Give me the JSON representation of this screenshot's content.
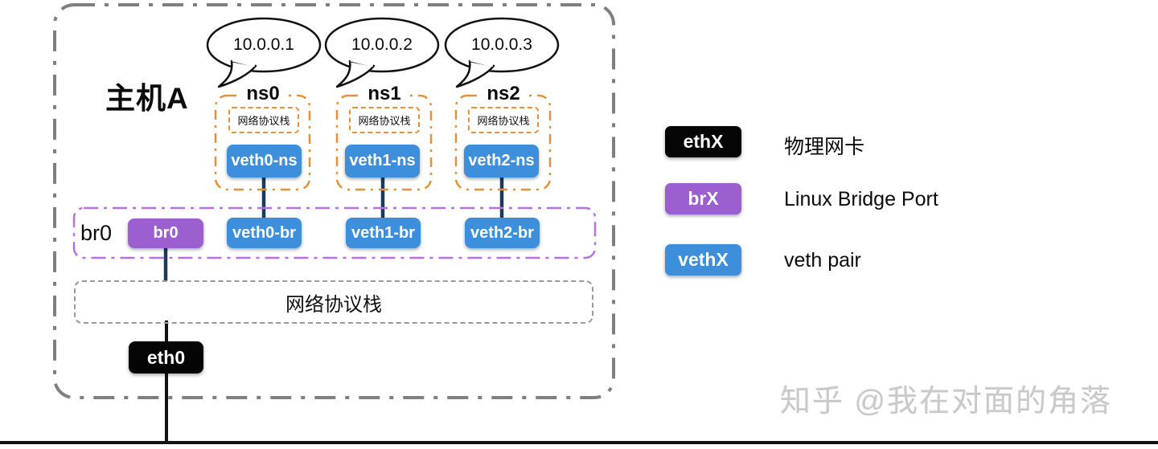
{
  "host": {
    "title": "主机A",
    "namespaces": [
      {
        "name": "ns0",
        "ip": "10.0.0.1",
        "stack_label": "网络协议栈",
        "veth_ns": "veth0-ns"
      },
      {
        "name": "ns1",
        "ip": "10.0.0.2",
        "stack_label": "网络协议栈",
        "veth_ns": "veth1-ns"
      },
      {
        "name": "ns2",
        "ip": "10.0.0.3",
        "stack_label": "网络协议栈",
        "veth_ns": "veth2-ns"
      }
    ],
    "bridge": {
      "container_label": "br0",
      "port": "br0",
      "veths": [
        "veth0-br",
        "veth1-br",
        "veth2-br"
      ]
    },
    "protocol_stack": "网络协议栈",
    "nic": "eth0"
  },
  "legend": [
    {
      "chip": "ethX",
      "label": "物理网卡"
    },
    {
      "chip": "brX",
      "label": "Linux Bridge Port"
    },
    {
      "chip": "vethX",
      "label": "veth pair"
    }
  ],
  "watermark": "知乎 @我在对面的角落",
  "colors": {
    "physical_nic": "#050505",
    "bridge_port": "#9b5fd0",
    "veth_pair": "#3d8edb",
    "namespace_border": "#e2913c",
    "bridge_border": "#b472de",
    "host_border": "#7f7f7f",
    "connector_line": "#1b3a5c"
  }
}
